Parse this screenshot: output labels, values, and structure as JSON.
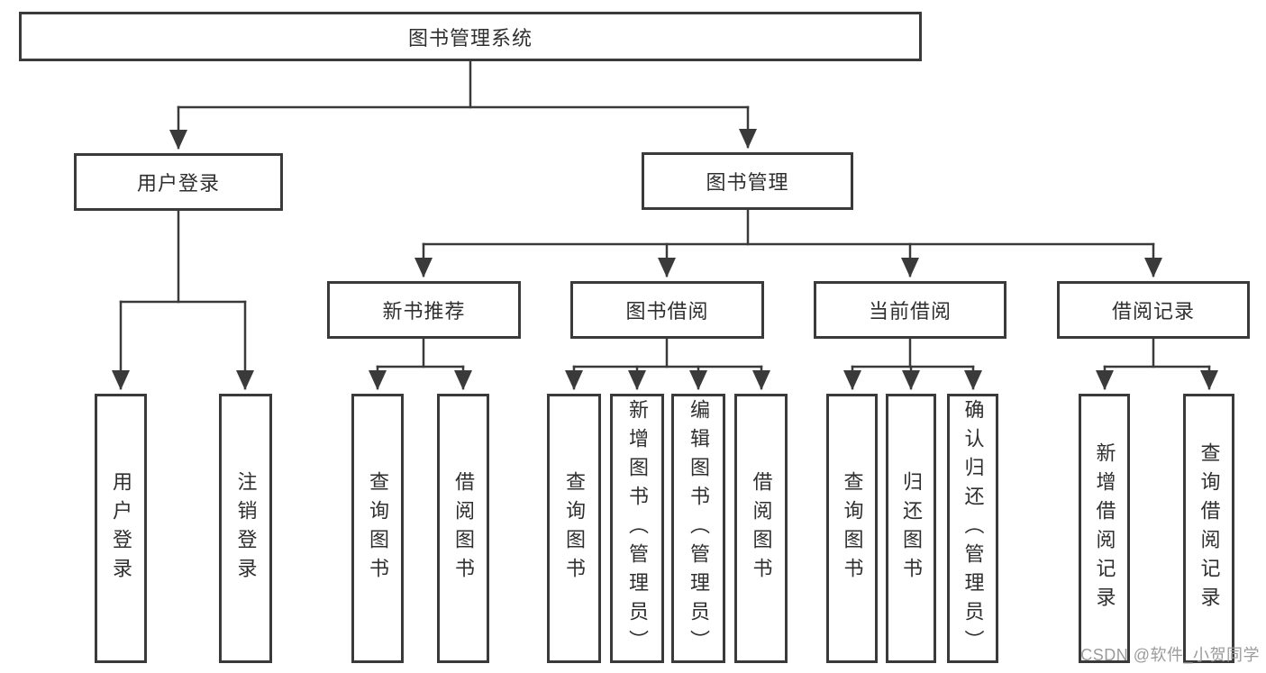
{
  "nodes": {
    "root": "图书管理系统",
    "user_login": "用户登录",
    "book_mgmt": "图书管理",
    "new_book_recommend": "新书推荐",
    "book_borrow": "图书借阅",
    "current_borrow": "当前借阅",
    "borrow_records": "借阅记录",
    "leaf_user_login": "用户登录",
    "leaf_logout": "注销登录",
    "leaf_query_books_recommend": "查询图书",
    "leaf_borrow_books_recommend": "借阅图书",
    "leaf_query_books_borrow": "查询图书",
    "leaf_add_books_admin": "新增图书（管理员）",
    "leaf_edit_books_admin": "编辑图书（管理员）",
    "leaf_borrow_books": "借阅图书",
    "leaf_query_books_current": "查询图书",
    "leaf_return_books": "归还图书",
    "leaf_confirm_return_admin": "确认归还（管理员）",
    "leaf_add_borrow_record": "新增借阅记录",
    "leaf_query_borrow_record": "查询借阅记录"
  },
  "hierarchy": {
    "图书管理系统": {
      "用户登录": [
        "用户登录",
        "注销登录"
      ],
      "图书管理": {
        "新书推荐": [
          "查询图书",
          "借阅图书"
        ],
        "图书借阅": [
          "查询图书",
          "新增图书（管理员）",
          "编辑图书（管理员）",
          "借阅图书"
        ],
        "当前借阅": [
          "查询图书",
          "归还图书",
          "确认归还（管理员）"
        ],
        "借阅记录": [
          "新增借阅记录",
          "查询借阅记录"
        ]
      }
    }
  },
  "watermark": {
    "text": "CSDN @软件_小贺同学"
  },
  "colors": {
    "line": "#3a3a3a",
    "text": "#2f2f2f",
    "watermark_gray": "#9b9b9b",
    "box_background": "#ffffff"
  }
}
